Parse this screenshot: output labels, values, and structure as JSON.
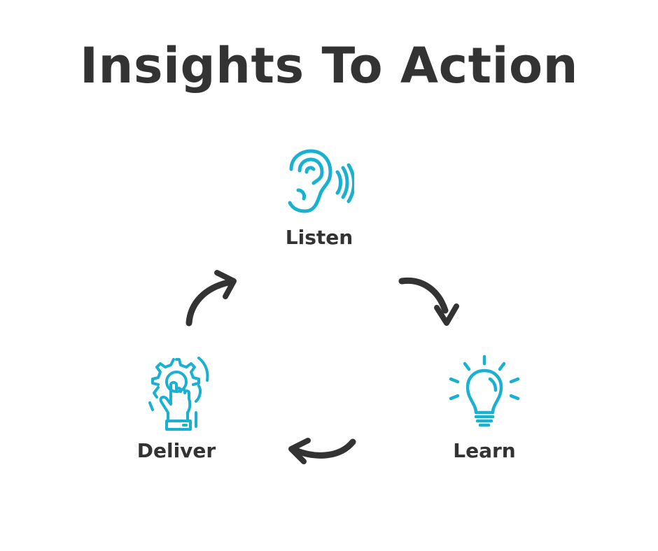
{
  "title": "Insights To Action",
  "steps": [
    {
      "label": "Listen",
      "icon": "ear-icon"
    },
    {
      "label": "Learn",
      "icon": "lightbulb-icon"
    },
    {
      "label": "Deliver",
      "icon": "hand-gear-icon"
    }
  ],
  "colors": {
    "icon": "#1ab0d2",
    "text": "#333333",
    "arrow": "#333333",
    "background": "#ffffff"
  }
}
